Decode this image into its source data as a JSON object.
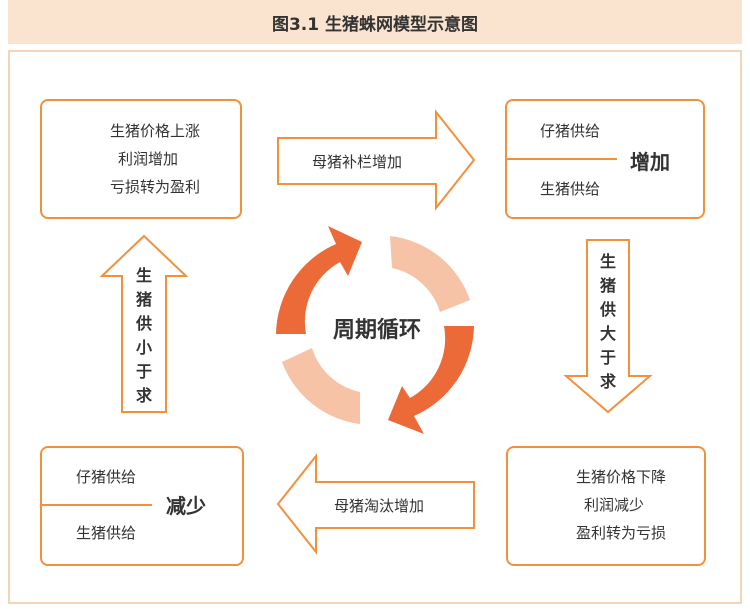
{
  "title": "图3.1 生猪蛛网模型示意图",
  "center": "周期循环",
  "top_left": {
    "lines": [
      "生猪价格上涨",
      "利润增加",
      "亏损转为盈利"
    ],
    "icon": "price-up-chart-icon"
  },
  "top_right": {
    "upper": "仔猪供给",
    "lower": "生猪供给",
    "state": "增加"
  },
  "bottom_right": {
    "lines": [
      "生猪价格下降",
      "利润减少",
      "盈利转为亏损"
    ],
    "icon": "price-down-chart-icon"
  },
  "bottom_left": {
    "upper": "仔猪供给",
    "lower": "生猪供给",
    "state": "减少"
  },
  "arrows": {
    "top": "母猪补栏增加",
    "right": "生猪供大于求",
    "bottom": "母猪淘汰增加",
    "left": "生猪供小于求"
  },
  "colors": {
    "accent": "#f0913e",
    "cycle_dark": "#ec6a37",
    "cycle_light": "#f6c3a6",
    "title_bg": "#fbe4cf"
  }
}
